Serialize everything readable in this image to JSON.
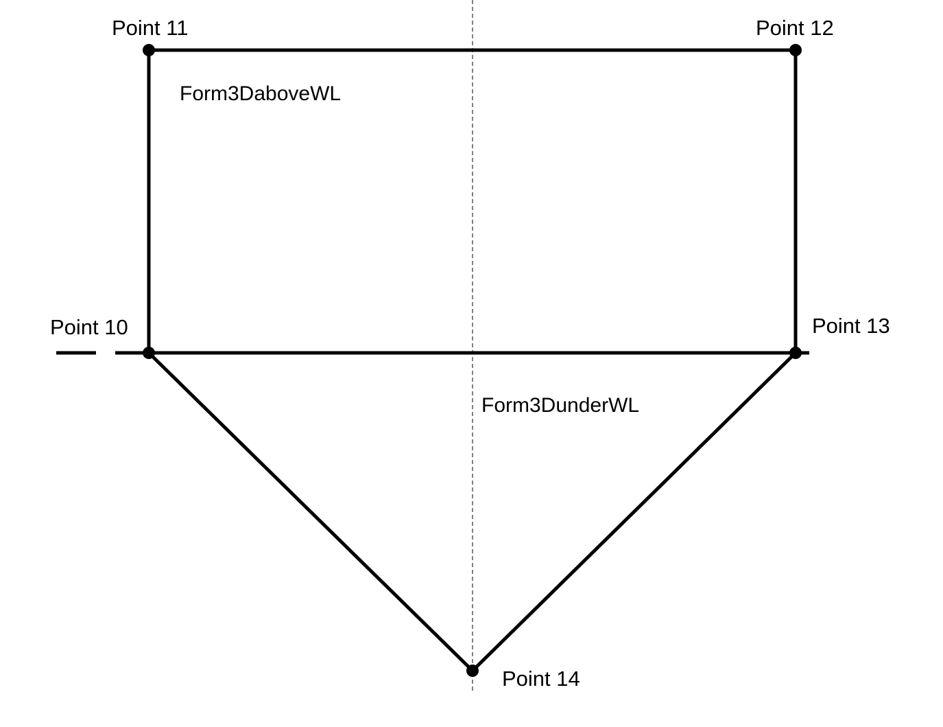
{
  "diagram": {
    "labels": {
      "point_10": "Point 10",
      "point_11": "Point 11",
      "point_12": "Point 12",
      "point_13": "Point 13",
      "point_14": "Point 14",
      "region_above": "Form3DaboveWL",
      "region_under": "Form3DunderWL"
    },
    "colors": {
      "stroke": "#000000",
      "background": "#ffffff"
    }
  }
}
